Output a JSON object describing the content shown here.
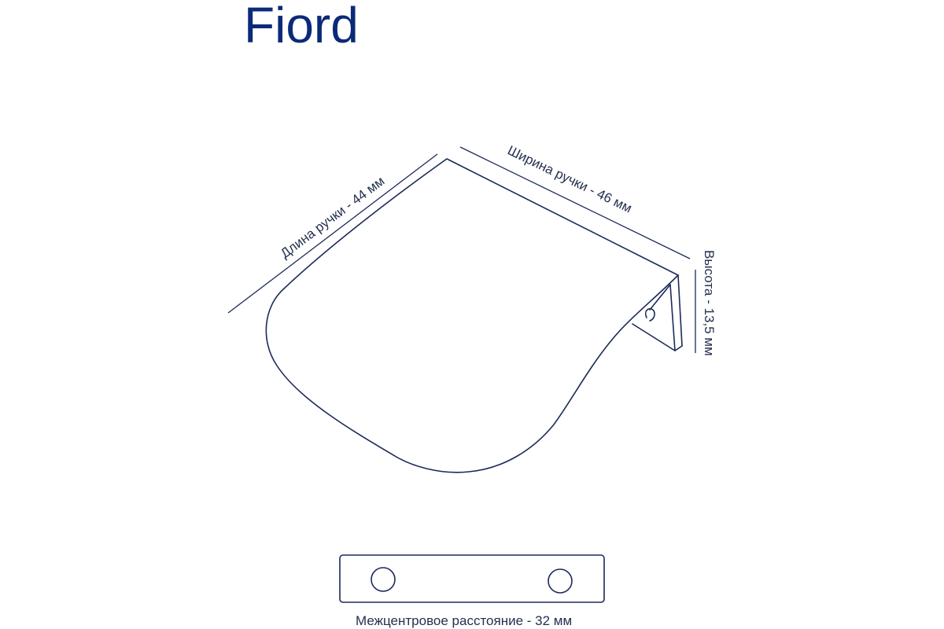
{
  "product": {
    "title": "Fiord"
  },
  "dimensions": {
    "length_label": "Длина ручки - 44 мм",
    "width_label": "Ширина ручки - 46 мм",
    "height_label": "Высота - 13,5 мм",
    "center_distance_label": "Межцентровое расстояние - 32 мм"
  },
  "colors": {
    "title": "#0b2a78",
    "line": "#1b2a5a",
    "text": "#24314f"
  }
}
